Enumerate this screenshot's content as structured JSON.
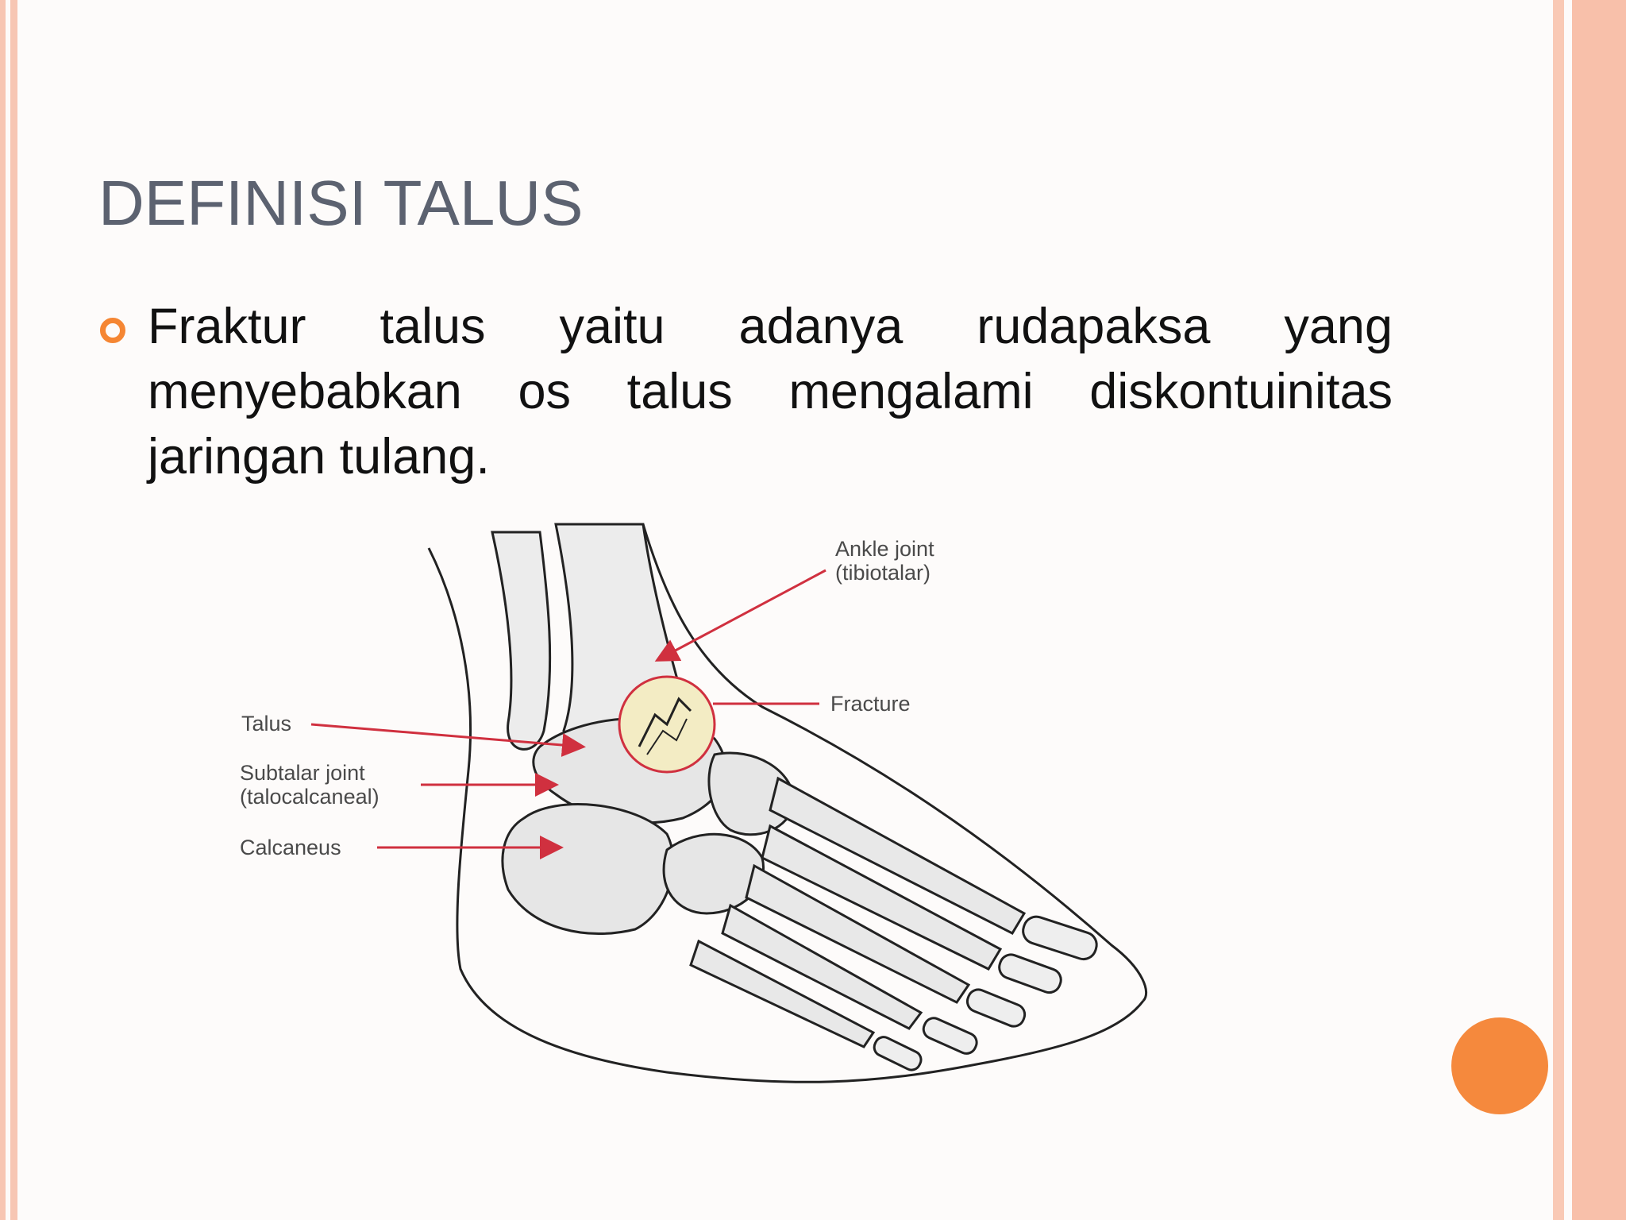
{
  "slide": {
    "title": "DEFINISI TALUS",
    "bullet_text": "Fraktur talus yaitu adanya rudapaksa yang menyebabkan os talus mengalami diskontuinitas jaringan tulang."
  },
  "figure": {
    "labels": {
      "ankle_joint_line1": "Ankle joint",
      "ankle_joint_line2": "(tibiotalar)",
      "fracture": "Fracture",
      "talus": "Talus",
      "subtalar_line1": "Subtalar joint",
      "subtalar_line2": "(talocalcaneal)",
      "calcaneus": "Calcaneus"
    }
  },
  "colors": {
    "title": "#5c6270",
    "bullet": "#f58633",
    "frame": "#f7c6b3",
    "accent_dot": "#f5893d",
    "arrow": "#d0303f"
  }
}
